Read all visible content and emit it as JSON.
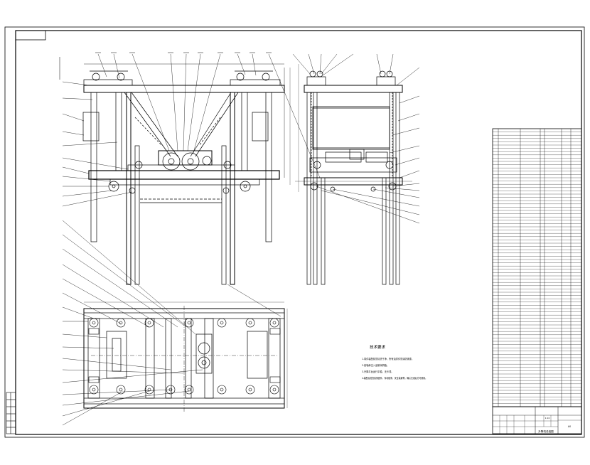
{
  "notes": {
    "title": "技术要求",
    "lines": [
      "1.零件装配前须清洗干净，所有油漆件须涂防锈漆。",
      "2.各轴承注入适量润滑脂。",
      "3.升降平台运行平稳，无卡滞。",
      "4.装配后检查各紧固件，传动链条，安全装置等，确认无误后方可使用。"
    ]
  },
  "title_block": {
    "drawing_name": "升降机总装图",
    "scale": "1:10",
    "sheet": "A0"
  },
  "colors": {
    "paper": "#ffffff",
    "line": "#000000",
    "thin_line": "#222222",
    "dashed_line": "#444444"
  }
}
